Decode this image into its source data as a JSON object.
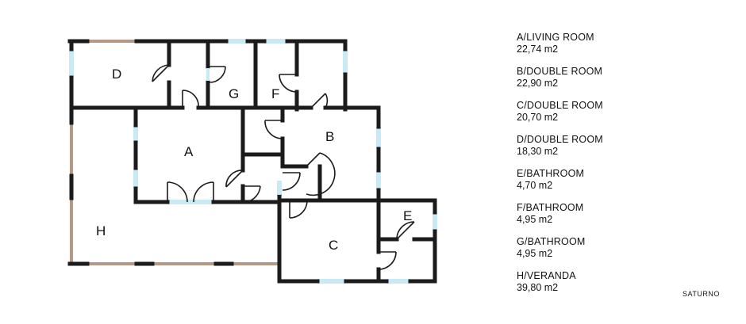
{
  "colors": {
    "wall": "#1b1b1b",
    "window": "#c9e9f4",
    "veranda_edge": "#b49a86",
    "background": "#ffffff"
  },
  "plan": {
    "room_labels": {
      "A": "A",
      "B": "B",
      "C": "C",
      "D": "D",
      "E": "E",
      "F": "F",
      "G": "G",
      "H": "H"
    }
  },
  "legend": {
    "items": [
      {
        "name": "A/LIVING ROOM",
        "area": "22,74 m2"
      },
      {
        "name": "B/DOUBLE ROOM",
        "area": "22,90 m2"
      },
      {
        "name": "C/DOUBLE ROOM",
        "area": "20,70 m2"
      },
      {
        "name": "D/DOUBLE ROOM",
        "area": "18,30 m2"
      },
      {
        "name": "E/BATHROOM",
        "area": "4,70 m2"
      },
      {
        "name": "F/BATHROOM",
        "area": "4,95 m2"
      },
      {
        "name": "G/BATHROOM",
        "area": "4,95 m2"
      },
      {
        "name": "H/VERANDA",
        "area": "39,80 m2"
      }
    ]
  },
  "brand": "SATURNO"
}
